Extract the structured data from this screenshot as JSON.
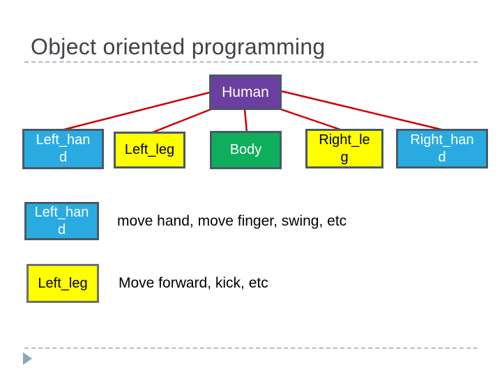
{
  "title": "Object oriented programming",
  "colors": {
    "connector": "#cc0000",
    "purple": "#6b3fa0",
    "cyan": "#29abe2",
    "yellow": "#ffff00",
    "green": "#0fae5c",
    "box_border": "#4a5965",
    "gray_border": "#6e6e6e",
    "title_text": "#404347",
    "divider": "#b4bcc2",
    "arrow": "#8ca5bc"
  },
  "diagram": {
    "root": {
      "label": "Human",
      "lines": [
        "Human"
      ]
    },
    "children": [
      {
        "label": "Left_hand",
        "lines": [
          "Left_han",
          "d"
        ]
      },
      {
        "label": "Left_leg",
        "lines": [
          "Left_leg"
        ]
      },
      {
        "label": "Body",
        "lines": [
          "Body"
        ]
      },
      {
        "label": "Right_leg",
        "lines": [
          "Right_le",
          "g"
        ]
      },
      {
        "label": "Right_hand",
        "lines": [
          "Right_han",
          "d"
        ]
      }
    ]
  },
  "methods": [
    {
      "box_lines": [
        "Left_han",
        "d"
      ],
      "description": "move hand, move finger, swing, etc"
    },
    {
      "box_lines": [
        "Left_leg"
      ],
      "description": "Move forward, kick, etc"
    }
  ]
}
